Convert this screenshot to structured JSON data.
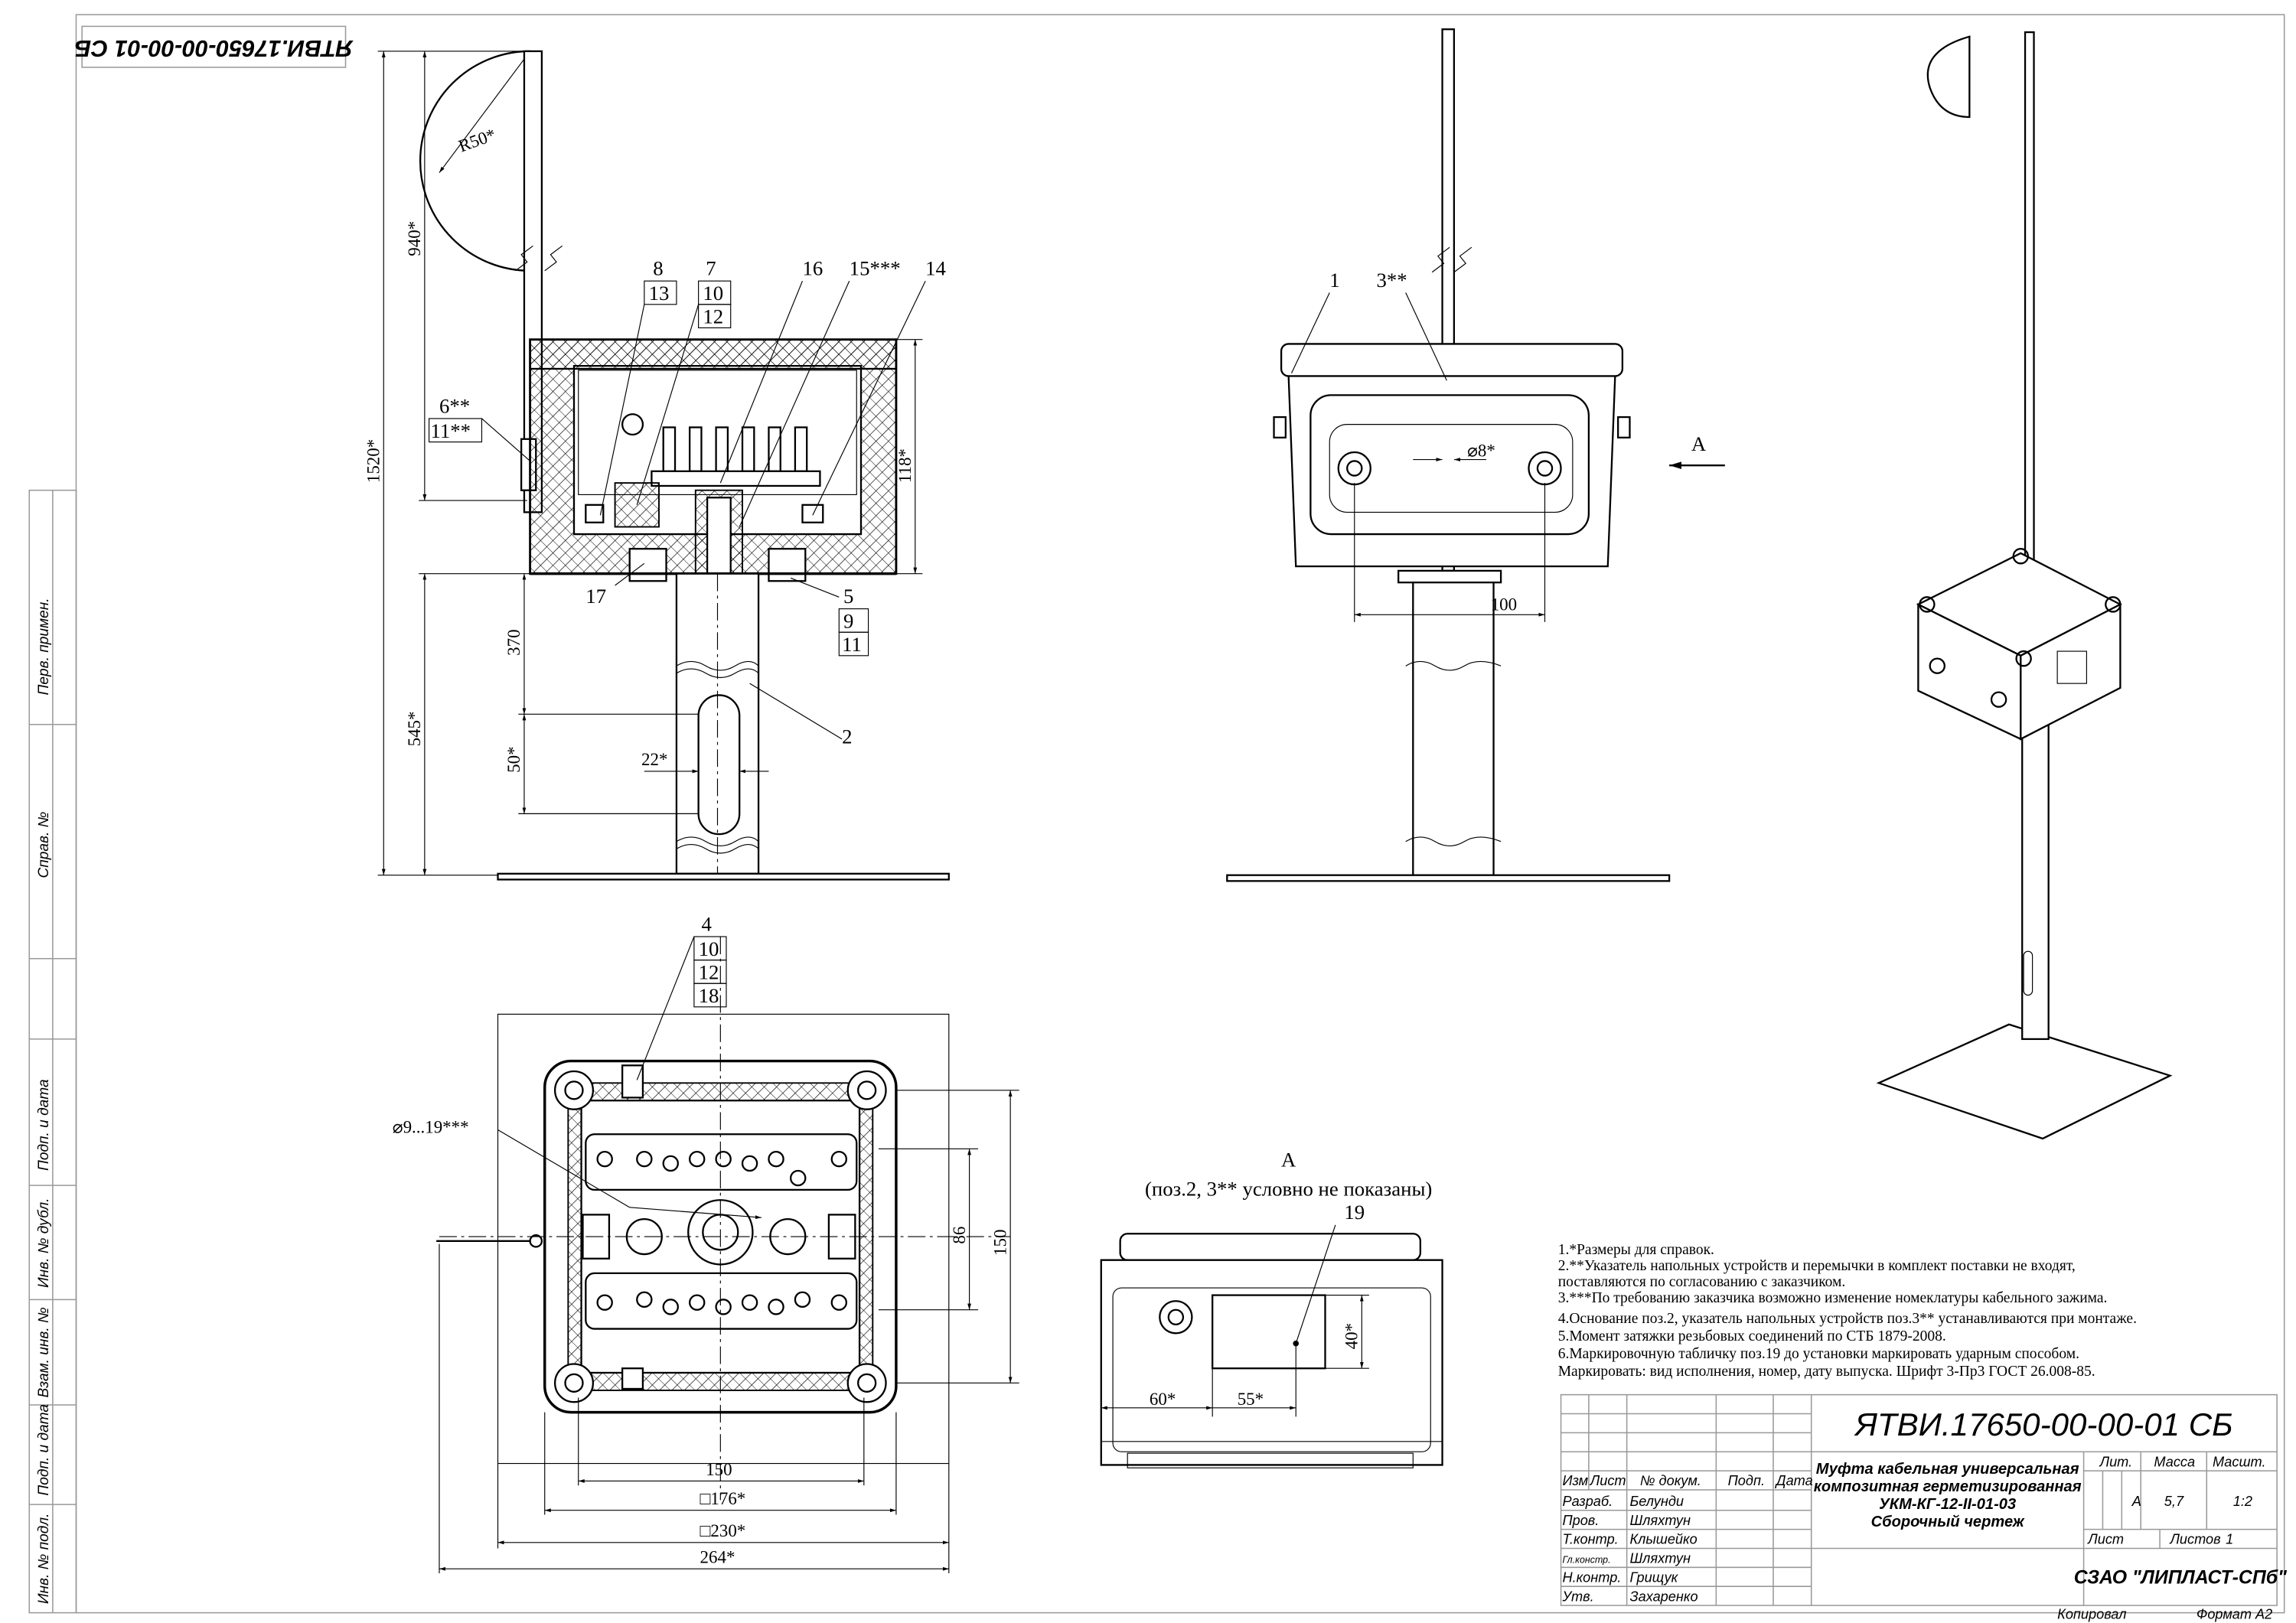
{
  "stamp_top": "ЯТВИ.17650-00-00-01 СБ",
  "margin_labels": [
    "Перв. примен.",
    "Справ. №",
    "Подп. и дата",
    "Инв. № дубл.",
    "Взам. инв. №",
    "Подп. и дата",
    "Инв. № подл."
  ],
  "front_view": {
    "dims": [
      "R50*",
      "940*",
      "1520*",
      "545*",
      "370",
      "50*",
      "22*",
      "118*"
    ],
    "callouts": [
      "8",
      "13",
      "7",
      "10",
      "12",
      "16",
      "15***",
      "14",
      "6**",
      "11**",
      "17",
      "5",
      "9",
      "11",
      "2"
    ]
  },
  "side_view": {
    "callouts": [
      "1",
      "3**"
    ],
    "dims": [
      "⌀8*",
      "100"
    ],
    "view_arrow": "A"
  },
  "top_view": {
    "callouts": [
      "4",
      "10",
      "12",
      "18"
    ],
    "dims": [
      "⌀9...19***",
      "86",
      "150",
      "150",
      "□176*",
      "□230*",
      "264*"
    ]
  },
  "view_a": {
    "title": "A",
    "subtitle": "(поз.2, 3** условно не показаны)",
    "callout": "19",
    "dims": [
      "60*",
      "55*",
      "40*"
    ]
  },
  "notes": [
    "1.*Размеры для справок.",
    "2.**Указатель напольных устройств и перемычки в комплект поставки не входят,",
    "поставляются по согласованию с заказчиком.",
    "3.***По требованию заказчика возможно изменение номеклатуры кабельного зажима.",
    "4.Основание поз.2, указатель напольных устройств поз.3** устанавливаются при монтаже.",
    "5.Момент затяжки резьбовых соединений по СТБ 1879-2008.",
    "6.Маркировочную табличку поз.19 до установки маркировать ударным способом.",
    "Маркировать: вид исполнения, номер, дату выпуска. Шрифт 3-Пр3 ГОСТ 26.008-85."
  ],
  "title_block": {
    "designation": "ЯТВИ.17650-00-00-01 СБ",
    "name_lines": [
      "Муфта кабельная универсальная",
      "композитная герметизированная",
      "УКМ-КГ-12-II-01-03",
      "Сборочный чертеж"
    ],
    "headers": {
      "izm": "Изм",
      "list": "Лист",
      "doc": "№ докум.",
      "sign": "Подп.",
      "date": "Дата",
      "lit": "Лит.",
      "mass": "Масса",
      "scale": "Масшт.",
      "sheet": "Лист",
      "sheets": "Листов"
    },
    "roles": [
      {
        "role": "Разраб.",
        "name": "Белунди"
      },
      {
        "role": "Пров.",
        "name": "Шляхтун"
      },
      {
        "role": "Т.контр.",
        "name": "Клышейко"
      },
      {
        "role": "Гл.констр.",
        "name": "Шляхтун"
      },
      {
        "role": "Н.контр.",
        "name": "Грищук"
      },
      {
        "role": "Утв.",
        "name": "Захаренко"
      }
    ],
    "lit_value": "А",
    "mass_value": "5,7",
    "scale_value": "1:2",
    "sheets_value": "1",
    "company": "СЗАО \"ЛИПЛАСТ-СПб\"",
    "copied": "Копировал",
    "format": "Формат А2"
  }
}
